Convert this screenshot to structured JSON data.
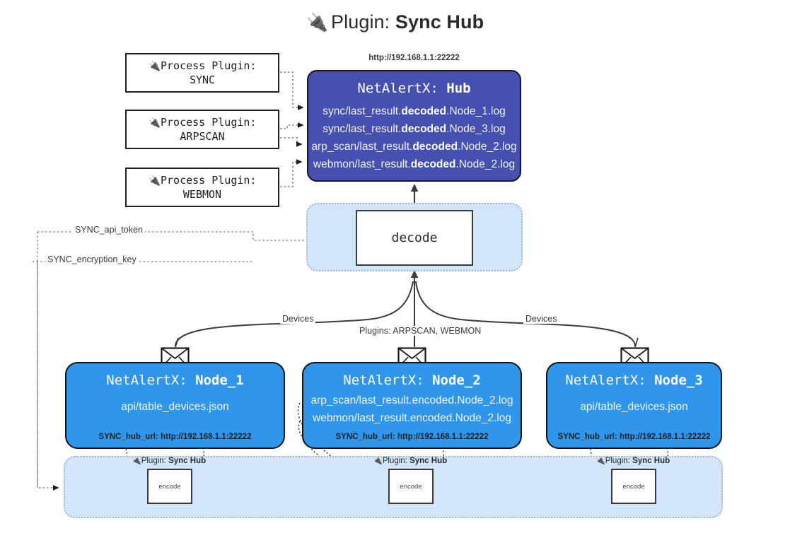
{
  "title": {
    "icon": "plug-icon",
    "glyph": "🔌",
    "prefix": "Plugin:",
    "name": "Sync Hub"
  },
  "process_plugins": [
    {
      "icon": "plug-icon",
      "glyph": "🔌",
      "line1": "Process Plugin:",
      "line2": "SYNC"
    },
    {
      "icon": "plug-icon",
      "glyph": "🔌",
      "line1": "Process Plugin:",
      "line2": "ARPSCAN"
    },
    {
      "icon": "plug-icon",
      "glyph": "🔌",
      "line1": "Process Plugin:",
      "line2": "WEBMON"
    }
  ],
  "hub": {
    "url": "http://192.168.1.1:22222",
    "title_prefix": "NetAlertX:",
    "title_name": "Hub",
    "color": "#4550b0",
    "rows": [
      {
        "pre": "sync/last_result.",
        "em": "decoded",
        "post": ".Node_1.log"
      },
      {
        "pre": "sync/last_result.",
        "em": "decoded",
        "post": ".Node_3.log"
      },
      {
        "pre": "arp_scan/last_result.",
        "em": "decoded",
        "post": ".Node_2.log"
      },
      {
        "pre": "webmon/last_result.",
        "em": "decoded",
        "post": ".Node_2.log"
      }
    ]
  },
  "decode": {
    "label": "decode",
    "zone_color": "#d3e5f9"
  },
  "secrets": {
    "api_token": "SYNC_api_token",
    "encryption_key": "SYNC_encryption_key"
  },
  "edge_labels": {
    "devices_left": "Devices",
    "devices_right": "Devices",
    "plugins_center": "Plugins: ARPSCAN, WEBMON"
  },
  "nodes": [
    {
      "title_prefix": "NetAlertX:",
      "title_name": "Node_1",
      "color": "#2f96ec",
      "icon": "envelope-icon",
      "rows": [
        {
          "text": "api/table_devices.json"
        }
      ],
      "hub_url_label": "SYNC_hub_url: http://192.168.1.1:22222"
    },
    {
      "title_prefix": "NetAlertX:",
      "title_name": "Node_2",
      "color": "#2f96ec",
      "icon": "envelope-icon",
      "rows": [
        {
          "text": "arp_scan/last_result.encoded.Node_2.log"
        },
        {
          "text": "webmon/last_result.encoded.Node_2.log"
        }
      ],
      "hub_url_label": "SYNC_hub_url: http://192.168.1.1:22222"
    },
    {
      "title_prefix": "NetAlertX:",
      "title_name": "Node_3",
      "color": "#2f96ec",
      "icon": "envelope-icon",
      "rows": [
        {
          "text": "api/table_devices.json"
        }
      ],
      "hub_url_label": "SYNC_hub_url: http://192.168.1.1:22222"
    }
  ],
  "encoders": [
    {
      "plugin_prefix": "Plugin:",
      "plugin_name": "Sync Hub",
      "glyph": "🔌",
      "label": "encode"
    },
    {
      "plugin_prefix": "Plugin:",
      "plugin_name": "Sync Hub",
      "glyph": "🔌",
      "label": "encode"
    },
    {
      "plugin_prefix": "Plugin:",
      "plugin_name": "Sync Hub",
      "glyph": "🔌",
      "label": "encode"
    }
  ]
}
